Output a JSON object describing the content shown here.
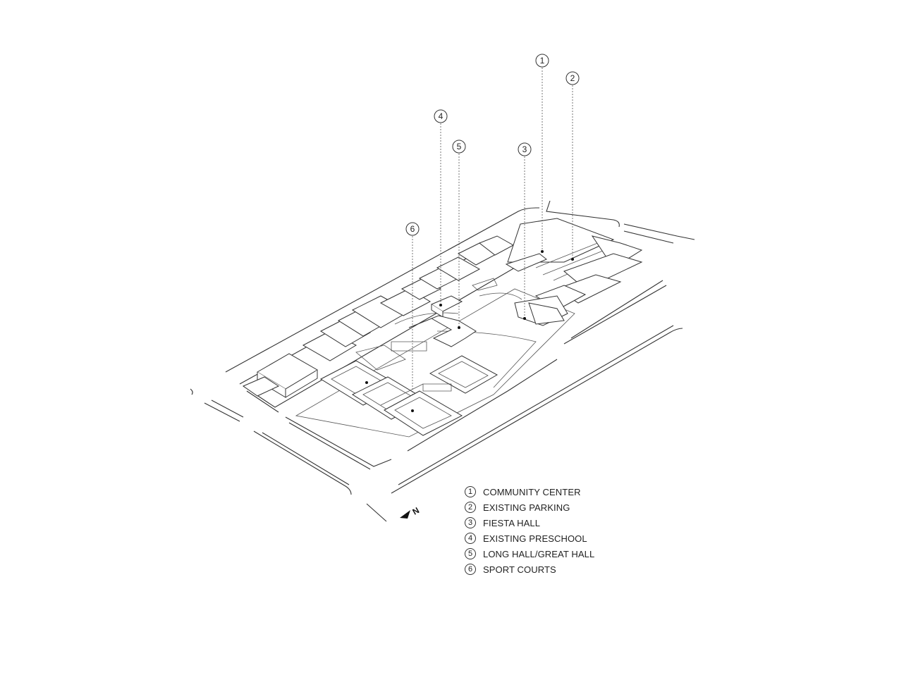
{
  "callouts": [
    {
      "num": "1"
    },
    {
      "num": "2"
    },
    {
      "num": "3"
    },
    {
      "num": "4"
    },
    {
      "num": "5"
    },
    {
      "num": "6"
    }
  ],
  "legend": [
    {
      "num": "1",
      "label": "COMMUNITY CENTER"
    },
    {
      "num": "2",
      "label": "EXISTING PARKING"
    },
    {
      "num": "3",
      "label": "FIESTA HALL"
    },
    {
      "num": "4",
      "label": "EXISTING PRESCHOOL"
    },
    {
      "num": "5",
      "label": "LONG HALL/GREAT HALL"
    },
    {
      "num": "6",
      "label": "SPORT COURTS"
    }
  ],
  "north": {
    "label": "N"
  }
}
